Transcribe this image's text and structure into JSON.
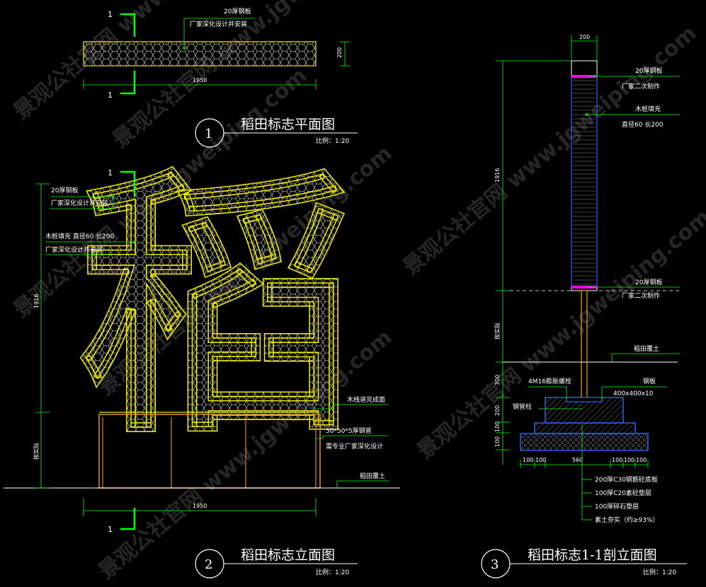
{
  "watermark": "景观公社官网 www.jgweiping.com",
  "plan": {
    "title": "稻田标志平面图",
    "number": "1",
    "scale": "比例：1:20",
    "note_line1": "20厚钢板",
    "note_line2": "厂家深化设计并安装",
    "dim_width": "1950",
    "dim_depth": "200",
    "section_mark": "1"
  },
  "elevation": {
    "title": "稻田标志立面图",
    "number": "2",
    "scale": "比例：1:20",
    "character": "稻",
    "note_steel_1": "20厚钢板",
    "note_steel_2": "厂家深化设计并安装",
    "note_wood_1": "木桩填充 直径60 长200",
    "note_wood_2": "厂家深化设计并安装",
    "note_platform": "木栈道完成面",
    "note_pipe_1": "50*50*5厚钢管",
    "note_pipe_2": "需专业厂家深化设计",
    "note_soil": "稻田覆土",
    "dim_height": "1916",
    "dim_below": "按实际",
    "dim_width": "1950",
    "section_mark": "1"
  },
  "section": {
    "title": "稻田标志1-1剖立面图",
    "number": "3",
    "scale": "比例：1:20",
    "dim_top": "200",
    "note_plate_top_1": "20厚钢板",
    "note_plate_top_2": "厂家二次制作",
    "note_wood_1": "木桩填充",
    "note_wood_2": "直径60 长200",
    "dim_height": "1916",
    "note_plate_bot_1": "20厚钢板",
    "note_plate_bot_2": "厂家二次制作",
    "dim_below": "按实际",
    "note_soil": "稻田覆土",
    "note_bolt": "4M16膨胀螺栓",
    "note_steel_plate_1": "钢板",
    "note_steel_plate_2": "400x400x10",
    "note_pipe": "钢管柱",
    "dim_300": "300",
    "dim_200": "200",
    "dim_100a": "100",
    "dim_100b": "100",
    "bottom_dims": [
      "100",
      "100",
      "560",
      "100",
      "100",
      "100"
    ],
    "layer_1": "200厚C30钢筋砼底板",
    "layer_2": "100厚C20素砼垫层",
    "layer_3": "100厚碎石垫层",
    "layer_4": "素土夯实（约≥93%）"
  }
}
